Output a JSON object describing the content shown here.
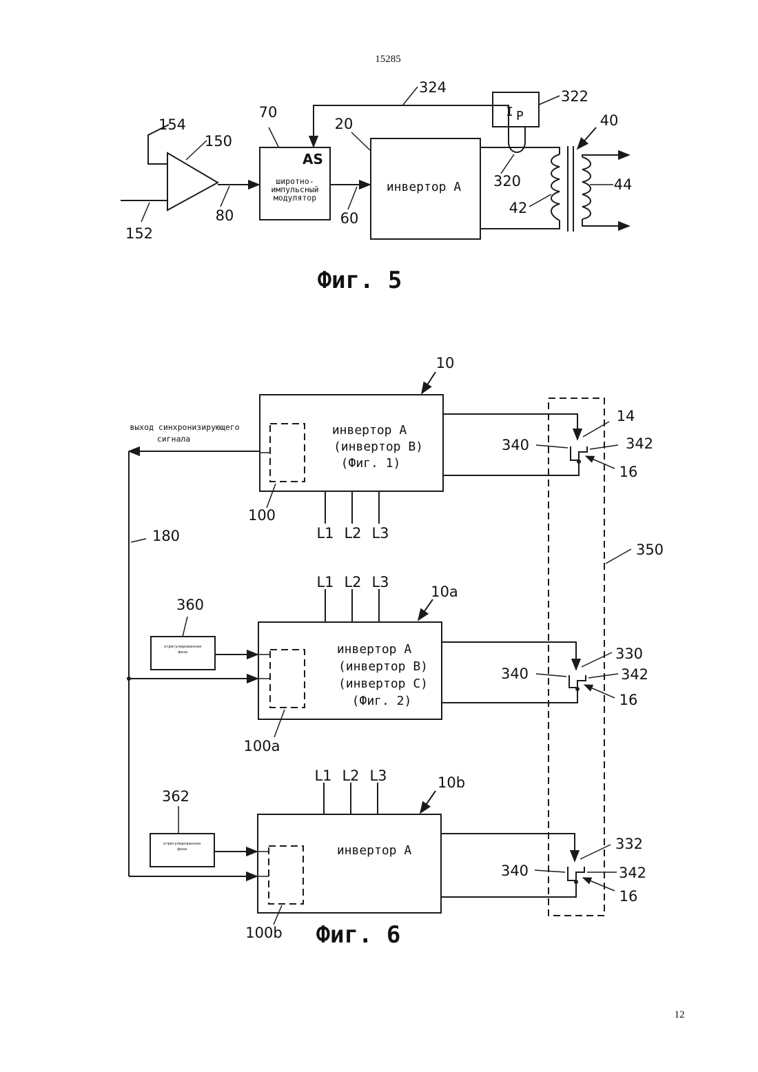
{
  "header": {
    "doc_number": "15285"
  },
  "footer": {
    "page_number": "12"
  },
  "fig5": {
    "caption": "Фиг. 5",
    "refs": {
      "r154": "154",
      "r150": "150",
      "r152": "152",
      "r80": "80",
      "r70": "70",
      "r60": "60",
      "r20": "20",
      "r324": "324",
      "r322": "322",
      "r320": "320",
      "r40": "40",
      "r42": "42",
      "r44": "44"
    },
    "modulator": {
      "label_as": "AS",
      "line1": "широтно-",
      "line2": "импульсный",
      "line3": "модулятор"
    },
    "inverter": {
      "label": "инвертор А"
    },
    "current_sensor": {
      "label_main": "I",
      "label_sub": "P"
    }
  },
  "fig6": {
    "caption": "Фиг. 6",
    "sync_output": {
      "line1": "выход синхронизирующего",
      "line2": "сигнала"
    },
    "refs": {
      "r10": "10",
      "r10a": "10a",
      "r10b": "10b",
      "r100": "100",
      "r100a": "100a",
      "r100b": "100b",
      "r180": "180",
      "r350": "350",
      "r360": "360",
      "r362": "362",
      "r14": "14",
      "r330": "330",
      "r332": "332",
      "r340_1": "340",
      "r340_2": "340",
      "r340_3": "340",
      "r342_1": "342",
      "r342_2": "342",
      "r342_3": "342",
      "r16_1": "16",
      "r16_2": "16",
      "r16_3": "16"
    },
    "inv1": {
      "l1": "инвертор А",
      "l2": "(инвертор В)",
      "l3": "(Фиг. 1)",
      "L1": "L1",
      "L2": "L2",
      "L3": "L3"
    },
    "inv2": {
      "l1": "инвертор А",
      "l2": "(инвертор В)",
      "l3": "(инвертор С)",
      "l4": "(Фиг. 2)",
      "L1": "L1",
      "L2": "L2",
      "L3": "L3"
    },
    "inv3": {
      "l1": "инвертор А",
      "L1": "L1",
      "L2": "L2",
      "L3": "L3"
    },
    "phase_box_1": {
      "line1": "отрегулированная",
      "line2": "фаза"
    },
    "phase_box_2": {
      "line1": "отрегулированная",
      "line2": "фаза"
    }
  }
}
